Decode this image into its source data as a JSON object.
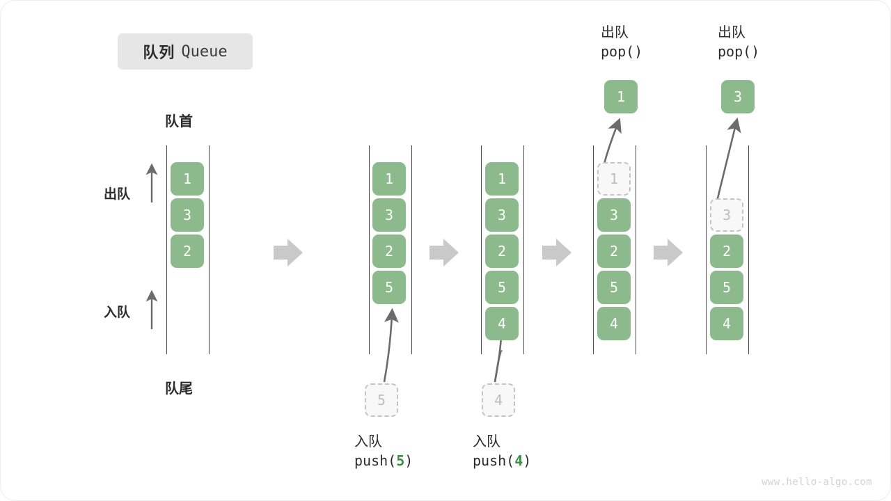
{
  "title": {
    "cn": "队列",
    "en": "Queue"
  },
  "labels": {
    "front": "队首",
    "rear": "队尾",
    "dequeue": "出队",
    "enqueue": "入队"
  },
  "colors": {
    "element_fill": "#8cba8d",
    "element_text": "#ffffff",
    "ghost_fill": "#f8f8f8",
    "ghost_border": "#c4c4c4",
    "ghost_text": "#bdbdbd",
    "rail": "#4a4a4a",
    "arrow": "#6b6b6b",
    "step_arrow": "#c9c9c9",
    "badge_bg": "#e6e6e6",
    "code_arg": "#3f9142",
    "text": "#2b2b2b"
  },
  "panels": [
    {
      "id": "initial",
      "elements": [
        "1",
        "3",
        "2"
      ],
      "ghost_top": null,
      "ghost_bottom": null,
      "popped": null,
      "caption_top": null,
      "caption_bottom": null
    },
    {
      "id": "push-5",
      "elements": [
        "1",
        "3",
        "2",
        "5"
      ],
      "ghost_top": null,
      "ghost_bottom": "5",
      "popped": null,
      "caption_top": null,
      "caption_bottom": {
        "cn": "入队",
        "code_prefix": "push(",
        "arg": "5",
        "code_suffix": ")"
      }
    },
    {
      "id": "push-4",
      "elements": [
        "1",
        "3",
        "2",
        "5",
        "4"
      ],
      "ghost_top": null,
      "ghost_bottom": "4",
      "popped": null,
      "caption_top": null,
      "caption_bottom": {
        "cn": "入队",
        "code_prefix": "push(",
        "arg": "4",
        "code_suffix": ")"
      }
    },
    {
      "id": "pop-1",
      "elements": [
        "3",
        "2",
        "5",
        "4"
      ],
      "ghost_top": "1",
      "ghost_bottom": null,
      "popped": "1",
      "caption_top": {
        "cn": "出队",
        "code": "pop()"
      },
      "caption_bottom": null
    },
    {
      "id": "pop-3",
      "elements": [
        "2",
        "5",
        "4"
      ],
      "ghost_top": "3",
      "ghost_bottom": null,
      "popped": "3",
      "caption_top": {
        "cn": "出队",
        "code": "pop()"
      },
      "caption_bottom": null
    }
  ],
  "step_arrows": 4,
  "watermark": "www.hello-algo.com"
}
